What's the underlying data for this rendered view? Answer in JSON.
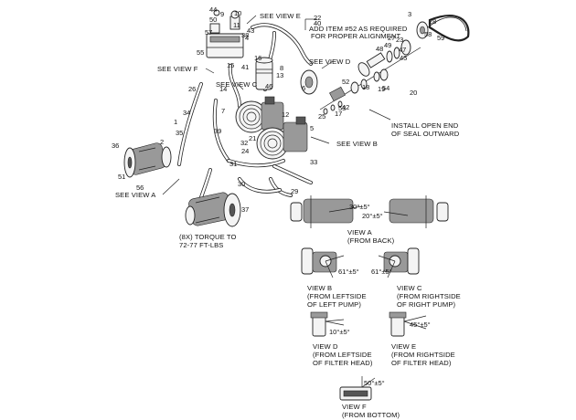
{
  "callouts": {
    "see_view_e": "SEE VIEW E",
    "see_view_d": "SEE VIEW D",
    "see_view_f": "SEE VIEW F",
    "see_view_c": "SEE VIEW C",
    "see_view_b": "SEE VIEW B",
    "see_view_a": "SEE VIEW A",
    "add_item_note_1": "ADD ITEM #52 AS REQUIRED",
    "add_item_note_2": "FOR PROPER ALIGNMENT",
    "install_note_1": "INSTALL OPEN END",
    "install_note_2": "OF SEAL OUTWARD",
    "torque_note_1": "(8X) TORQUE TO",
    "torque_note_2": "72-77 FT-LBS"
  },
  "views": {
    "a": {
      "title": "VIEW A",
      "sub1": "(FROM BACK)",
      "sub2": "",
      "angle1": "30°±5°",
      "angle2": "20°±5°"
    },
    "b": {
      "title": "VIEW B",
      "sub1": "(FROM LEFTSIDE",
      "sub2": "OF LEFT PUMP)",
      "angle": "61°±5°"
    },
    "c": {
      "title": "VIEW C",
      "sub1": "(FROM RIGHTSIDE",
      "sub2": "OF RIGHT PUMP)",
      "angle": "61°±5°"
    },
    "d": {
      "title": "VIEW D",
      "sub1": "(FROM LEFTSIDE",
      "sub2": "OF FILTER HEAD)",
      "angle": "10°±5°"
    },
    "e": {
      "title": "VIEW E",
      "sub1": "(FROM RIGHTSIDE",
      "sub2": "OF FILTER HEAD)",
      "angle": "45°±5°"
    },
    "f": {
      "title": "VIEW F",
      "sub1": "(FROM BOTTOM)",
      "sub2": "",
      "angle": "50°±5°"
    }
  },
  "item_numbers": [
    "44",
    "50",
    "10",
    "9",
    "57",
    "11",
    "55",
    "38",
    "43",
    "4",
    "22",
    "40",
    "3",
    "58",
    "59",
    "28",
    "27",
    "48",
    "49",
    "23",
    "47",
    "45",
    "16",
    "8",
    "41",
    "15",
    "13",
    "6",
    "14",
    "52",
    "18",
    "19",
    "20",
    "21",
    "25",
    "53",
    "17",
    "26",
    "12",
    "7",
    "39",
    "34",
    "35",
    "1",
    "2",
    "5",
    "46",
    "36",
    "51",
    "56",
    "32",
    "31",
    "33",
    "24",
    "30",
    "29",
    "37",
    "42",
    "54"
  ]
}
